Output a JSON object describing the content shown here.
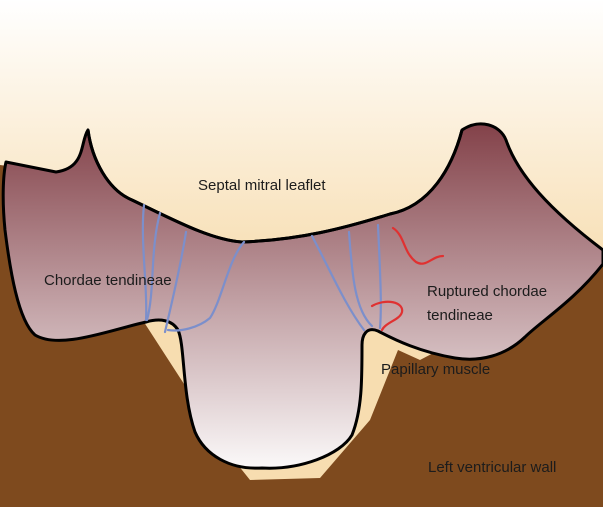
{
  "labels": {
    "septal_leaflet": "Septal  mitral leaflet",
    "chordae": "Chordae tendineae",
    "ruptured_chordae": "Ruptured chordae tendineae",
    "papillary_muscle": "Papillary muscle",
    "lv_wall": "Left ventricular wall"
  },
  "colors": {
    "leaflet": "#F7DDB0",
    "leaflet_top": "#FFFFFF",
    "leaflet_outline": "#000000",
    "wall": "#7E4A1E",
    "cavity_dark": "#7E3A42",
    "cavity_light": "#FFFFFF",
    "intact_chordae": "#7C8FCB",
    "ruptured_chordae": "#E03131"
  }
}
